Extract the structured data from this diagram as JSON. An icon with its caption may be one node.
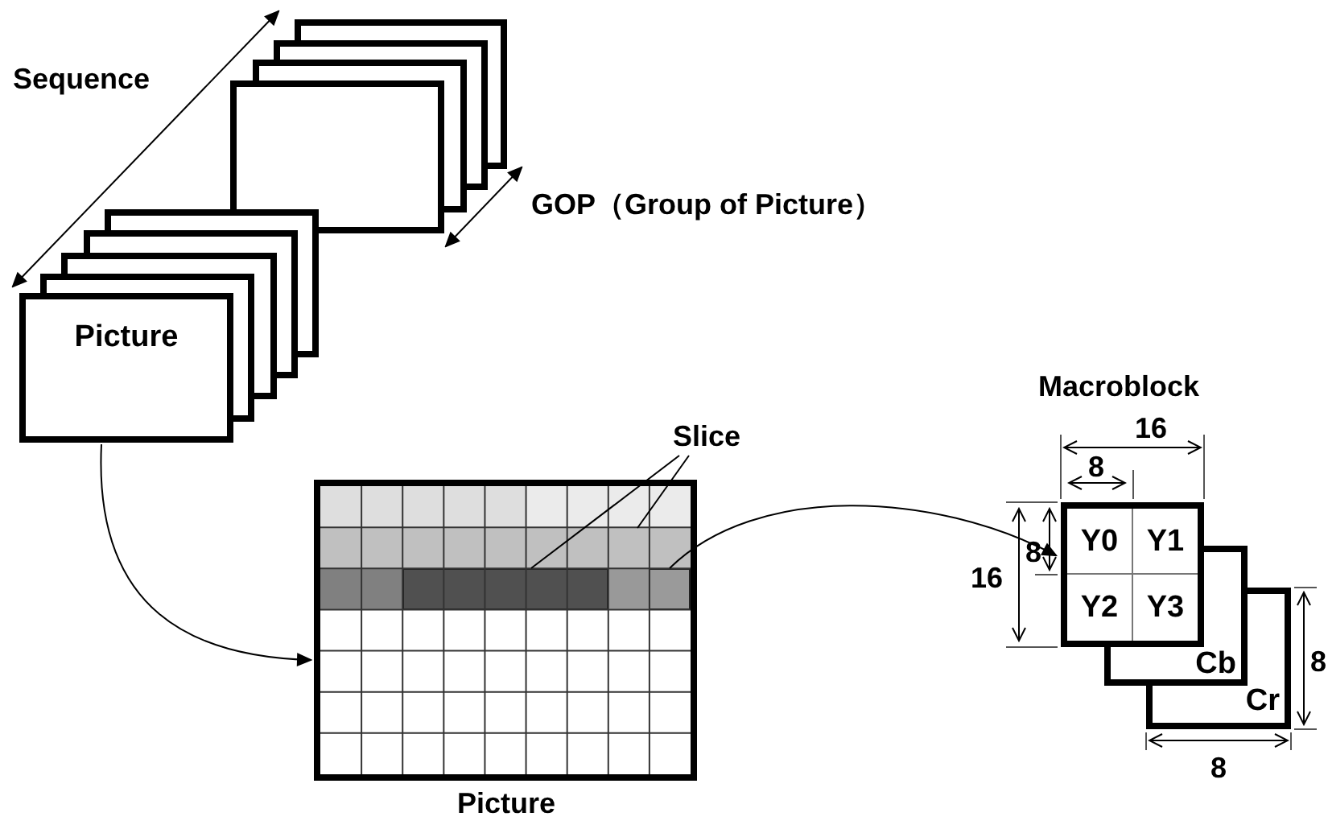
{
  "diagram": {
    "nodes": [
      {
        "text": [
          "Picture"
        ]
      },
      {
        "text": [
          "Slice"
        ]
      },
      {
        "text": [
          "Picture"
        ]
      },
      {
        "text": [],
        "shape": "bar",
        "in": 2
      },
      {
        "text": [],
        "shape": "box",
        "in": 2
      },
      {
        "text": [],
        "shape": "box",
        "in": 2
      },
      {
        "text": [],
        "shape": "box"
      },
      {
        "text": [
          "Y0"
        ],
        "in": 6
      },
      {
        "text": [
          "Y1"
        ],
        "in": 6
      },
      {
        "text": [
          "Y2"
        ],
        "in": 6
      },
      {
        "text": [
          "Y3"
        ]
      },
      {
        "text": [
          "Cb"
        ]
      },
      {
        "text": [
          "Cr"
        ]
      }
    ],
    "edges": [
      {
        "from": 0,
        "to": 2,
        "arrow": "to"
      },
      {
        "from": 1,
        "to": 3,
        "arrow": "none"
      },
      {
        "from": 1,
        "to": 4,
        "arrow": "none"
      },
      {
        "from": 5,
        "to": 6,
        "arrow": "to"
      }
    ],
    "labels": [
      "Sequence",
      "GOP（Group of Picture）",
      "Macroblock",
      "16",
      "8",
      "16",
      "8",
      "8",
      "8"
    ]
  }
}
